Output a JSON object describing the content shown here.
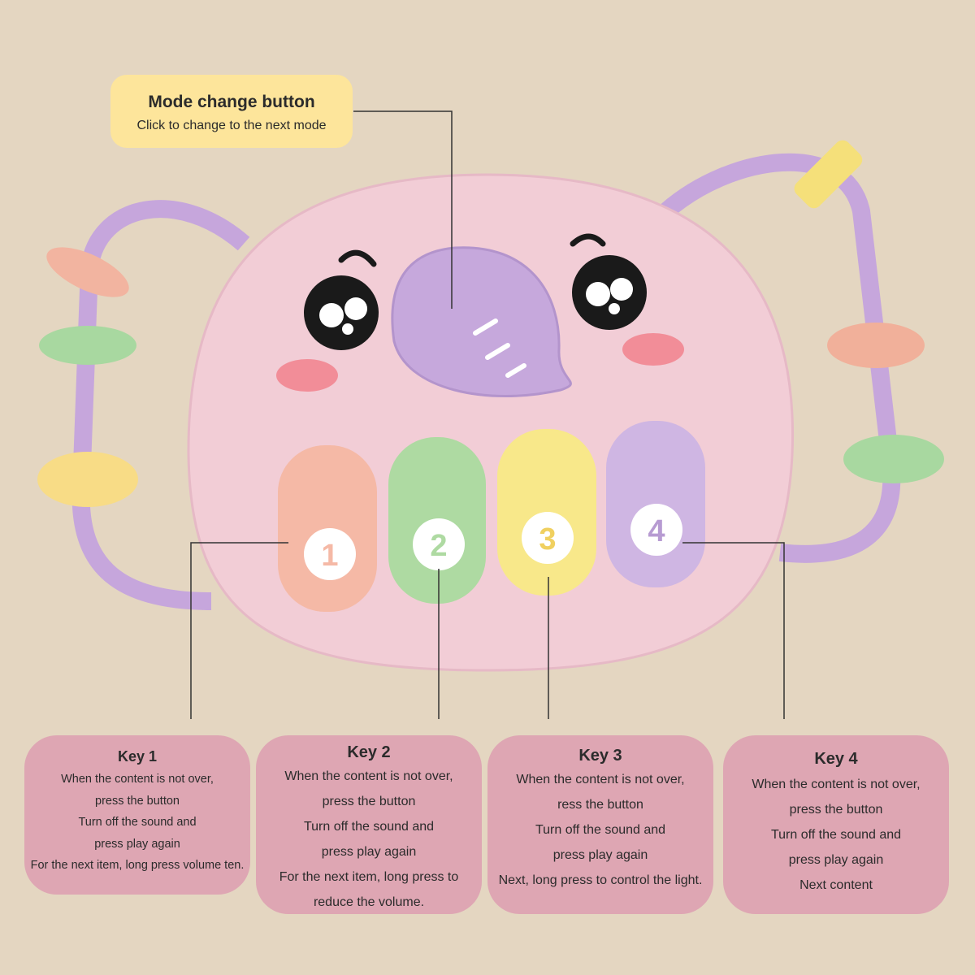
{
  "mode_callout": {
    "title": "Mode change button",
    "subtitle": "Click to change to the next mode"
  },
  "keys": [
    {
      "title": "Key 1",
      "lines": [
        "When the content is not over,",
        "press the button",
        "Turn off the sound and",
        "press play again",
        "For the next item, long press volume ten."
      ]
    },
    {
      "title": "Key 2",
      "lines": [
        "When the content is not over,",
        "press the button",
        "Turn off the sound and",
        "press play again",
        "For the next item, long press to",
        "reduce the volume."
      ]
    },
    {
      "title": "Key 3",
      "lines": [
        "When the content is not over,",
        "ress the button",
        "Turn off the sound and",
        "press play again",
        "Next, long press to control the light."
      ]
    },
    {
      "title": "Key 4",
      "lines": [
        "When the content is not over,",
        "press the button",
        "Turn off the sound and",
        "press play again",
        "Next content"
      ]
    }
  ],
  "toy_buttons": [
    "1",
    "2",
    "3",
    "4"
  ],
  "colors": {
    "background": "#e4d6c1",
    "box": "#dea6b3",
    "callout": "#fde59b",
    "body": "#f2cdd6"
  }
}
